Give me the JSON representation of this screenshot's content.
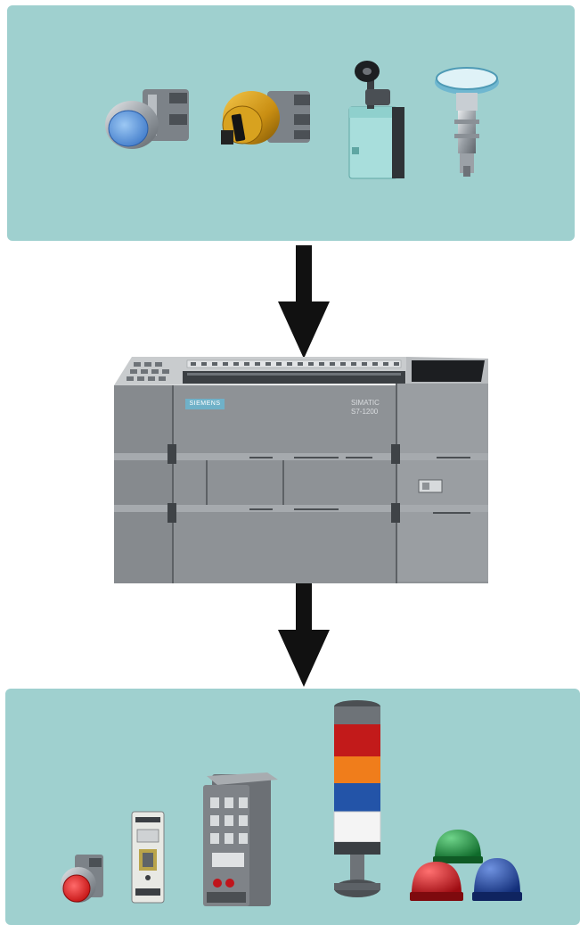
{
  "plc": {
    "brand": "SIEMENS",
    "model_line1": "SIMATIC",
    "model_line2": "S7-1200"
  },
  "colors": {
    "panel": "#9fd0cf",
    "arrow": "#111111",
    "plc_body": "#8e9296",
    "plc_top": "#c9ccce",
    "beacon_green": "#1f8a3c",
    "beacon_red": "#c0141b",
    "beacon_blue": "#1f45a0",
    "stack_red": "#c21a1a",
    "stack_orange": "#f07d1b",
    "stack_blue": "#2354a8",
    "stack_white": "#f4f4f4"
  },
  "icons": {
    "inputs": [
      "pushbutton-blue-icon",
      "selector-switch-icon",
      "limit-switch-icon",
      "proximity-sensor-icon"
    ],
    "outputs": [
      "pushbutton-red-icon",
      "relay-module-icon",
      "contactor-icon",
      "stack-light-icon",
      "beacon-group-icon"
    ]
  }
}
